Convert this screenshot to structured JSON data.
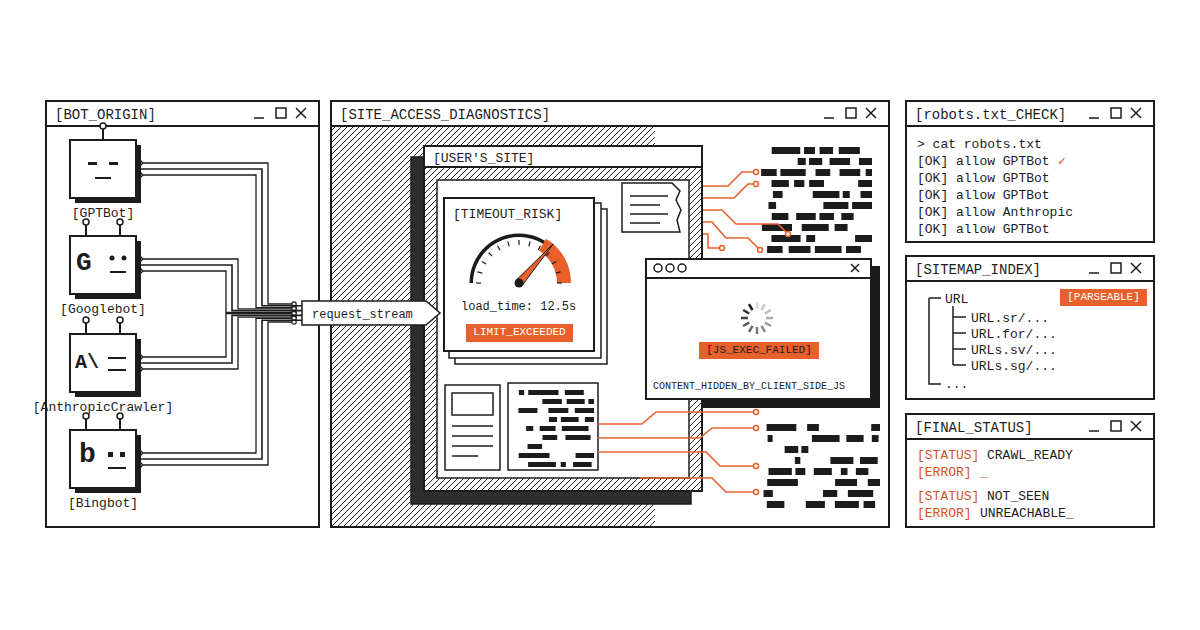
{
  "diagram": {
    "nodes": [
      {
        "text": [
          "[BOT_ORIGIN]"
        ]
      },
      {
        "text": [
          "[GPTBot]"
        ],
        "in": 0
      },
      {
        "text": [
          "G",
          "[Googlebot]"
        ],
        "in": 0
      },
      {
        "text": [
          "A\\",
          "[AnthropicCrawler]"
        ],
        "in": 0
      },
      {
        "text": [
          "b",
          "[Bingbot]"
        ],
        "in": 0
      },
      {
        "text": [
          "request_stream"
        ]
      },
      {
        "text": [
          "[SITE_ACCESS_DIAGNOSTICS]"
        ]
      },
      {
        "text": [
          "[USER'S_SITE]"
        ],
        "in": 6
      },
      {
        "text": [
          "[TIMEOUT_RISK]",
          "load_time: 12.5s"
        ],
        "in": 7
      },
      {
        "text": [
          "LIMIT_EXCEEDED"
        ],
        "in": 8
      },
      {
        "text": [
          "CONTENT_HIDDEN_BY_CLIENT_SIDE_JS"
        ],
        "in": 6
      },
      {
        "text": [
          "[JS_EXEC_FAILED]"
        ],
        "in": 10
      },
      {
        "text": [
          "[robots.txt_CHECK]",
          "> cat robots.txt",
          "[OK] allow GPTBot",
          "✓",
          "[OK] allow GPTBot",
          "[OK] allow GPTBot",
          "[OK] allow Anthropic",
          "[OK] allow GPTBot"
        ]
      },
      {
        "text": [
          "[SITEMAP_INDEX]",
          "URL",
          "URL.sr/...",
          "URL.for/...",
          "URLs.sv/...",
          "URLs.sg/...",
          "..."
        ]
      },
      {
        "text": [
          "[PARSEABLE]"
        ],
        "in": 13
      },
      {
        "text": [
          "[FINAL_STATUS]",
          "[STATUS]",
          "CRAWL_READY",
          "[ERROR]",
          "_",
          "[STATUS]",
          "NOT_SEEN",
          "[ERROR]",
          "UNREACHABLE_"
        ]
      }
    ],
    "edges": [
      {
        "from": 1,
        "to": 5,
        "arrow": "none"
      },
      {
        "from": 2,
        "to": 5,
        "arrow": "none"
      },
      {
        "from": 3,
        "to": 5,
        "arrow": "none"
      },
      {
        "from": 4,
        "to": 5,
        "arrow": "none"
      }
    ]
  }
}
